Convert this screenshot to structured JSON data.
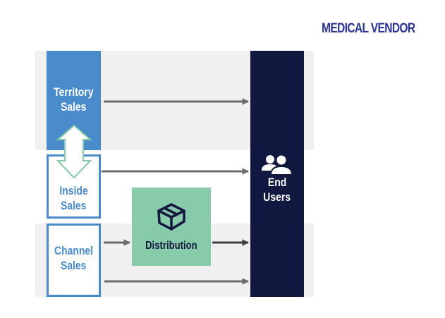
{
  "title": "MEDICAL VENDOR",
  "nodes": {
    "territory_sales": {
      "line1": "Territory",
      "line2": "Sales"
    },
    "inside_sales": {
      "line1": "Inside",
      "line2": "Sales"
    },
    "channel_sales": {
      "line1": "Channel",
      "line2": "Sales"
    },
    "distribution": {
      "label": "Distribution",
      "icon": "box-icon"
    },
    "end_users": {
      "line1": "End",
      "line2": "Users",
      "icon": "users-icon"
    }
  },
  "connections": [
    {
      "from": "Territory Sales",
      "to": "End Users"
    },
    {
      "from": "Inside Sales",
      "to": "End Users"
    },
    {
      "from": "Channel Sales",
      "to": "Distribution"
    },
    {
      "from": "Distribution",
      "to": "End Users"
    },
    {
      "from": "Channel Sales",
      "to": "End Users"
    },
    {
      "from": "Territory Sales",
      "to": "Inside Sales",
      "bidirectional": true
    }
  ],
  "colors": {
    "title": "#2b3594",
    "territory": "#4a8ccb",
    "distribution": "#88cbaa",
    "end_users": "#101840",
    "arrow": "#6b6b6b",
    "band": "#f0f0f0"
  }
}
